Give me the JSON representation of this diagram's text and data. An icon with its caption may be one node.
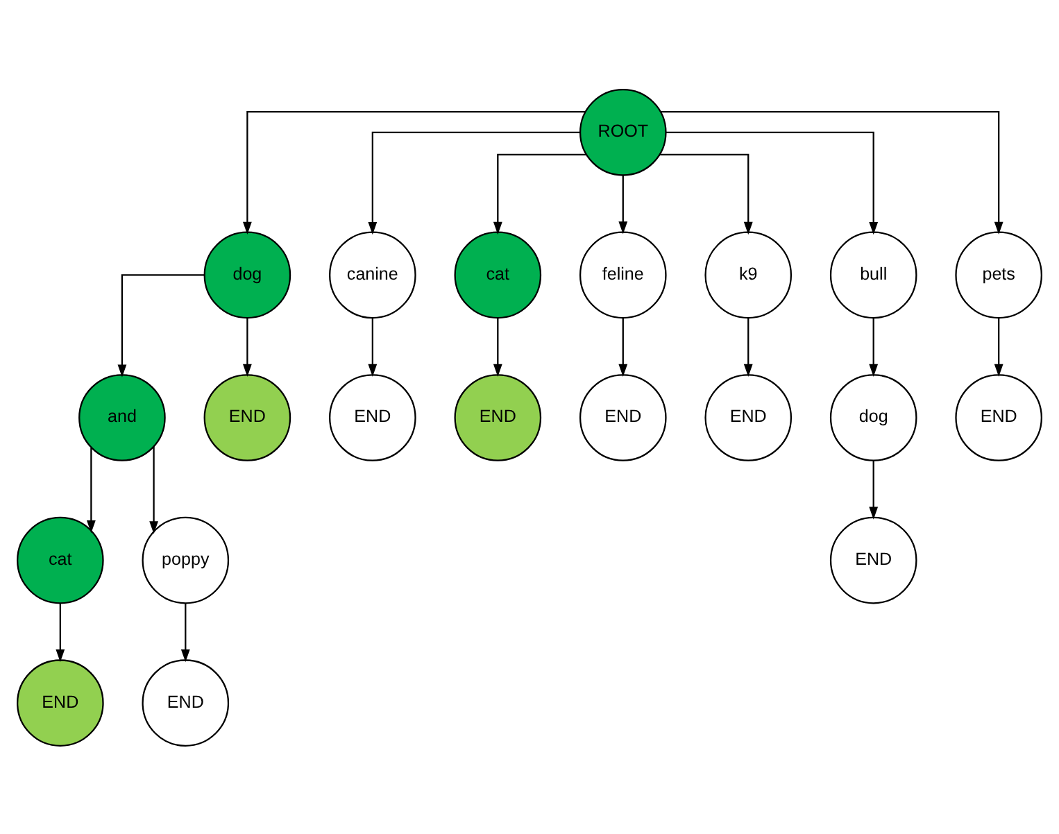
{
  "diagram": {
    "nodes": [
      {
        "text": [
          "ROOT"
        ]
      },
      {
        "text": [
          "dog"
        ]
      },
      {
        "text": [
          "canine"
        ]
      },
      {
        "text": [
          "cat"
        ]
      },
      {
        "text": [
          "feline"
        ]
      },
      {
        "text": [
          "k9"
        ]
      },
      {
        "text": [
          "bull"
        ]
      },
      {
        "text": [
          "pets"
        ]
      },
      {
        "text": [
          "and"
        ]
      },
      {
        "text": [
          "END"
        ]
      },
      {
        "text": [
          "END"
        ]
      },
      {
        "text": [
          "END"
        ]
      },
      {
        "text": [
          "END"
        ]
      },
      {
        "text": [
          "END"
        ]
      },
      {
        "text": [
          "dog"
        ]
      },
      {
        "text": [
          "END"
        ]
      },
      {
        "text": [
          "cat"
        ]
      },
      {
        "text": [
          "poppy"
        ]
      },
      {
        "text": [
          "END"
        ]
      },
      {
        "text": [
          "END"
        ]
      },
      {
        "text": [
          "END"
        ]
      }
    ],
    "edges": [
      {
        "from": 0,
        "to": 1,
        "arrow": "to"
      },
      {
        "from": 0,
        "to": 2,
        "arrow": "to"
      },
      {
        "from": 0,
        "to": 3,
        "arrow": "to"
      },
      {
        "from": 0,
        "to": 4,
        "arrow": "to"
      },
      {
        "from": 0,
        "to": 5,
        "arrow": "to"
      },
      {
        "from": 0,
        "to": 6,
        "arrow": "to"
      },
      {
        "from": 0,
        "to": 7,
        "arrow": "to"
      },
      {
        "from": 1,
        "to": 8,
        "arrow": "to"
      },
      {
        "from": 1,
        "to": 9,
        "arrow": "to"
      },
      {
        "from": 2,
        "to": 10,
        "arrow": "to"
      },
      {
        "from": 3,
        "to": 11,
        "arrow": "to"
      },
      {
        "from": 4,
        "to": 12,
        "arrow": "to"
      },
      {
        "from": 5,
        "to": 13,
        "arrow": "to"
      },
      {
        "from": 6,
        "to": 14,
        "arrow": "to"
      },
      {
        "from": 7,
        "to": 15,
        "arrow": "to"
      },
      {
        "from": 8,
        "to": 16,
        "arrow": "to"
      },
      {
        "from": 8,
        "to": 17,
        "arrow": "to"
      },
      {
        "from": 14,
        "to": 18,
        "arrow": "to"
      },
      {
        "from": 16,
        "to": 19,
        "arrow": "to"
      },
      {
        "from": 17,
        "to": 20,
        "arrow": "to"
      }
    ]
  }
}
